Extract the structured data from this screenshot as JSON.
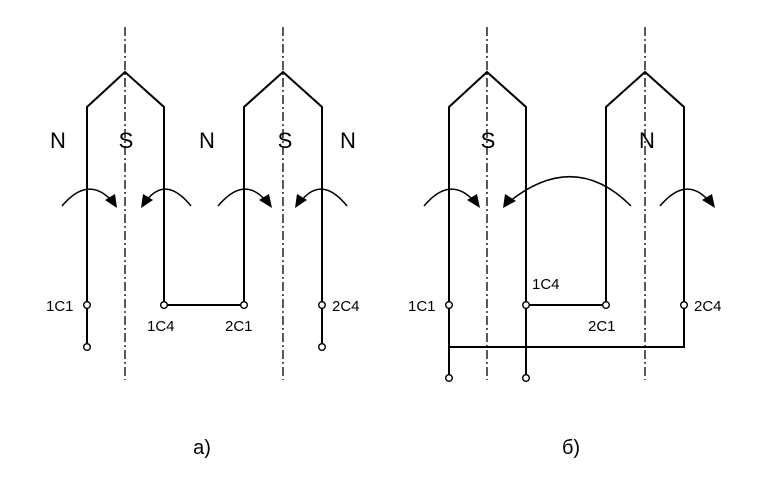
{
  "diagram_a": {
    "caption": "а)",
    "poles": [
      "N",
      "S",
      "N",
      "S",
      "N"
    ],
    "terminals": {
      "t1": "1C1",
      "t2": "1C4",
      "t3": "2C1",
      "t4": "2C4"
    }
  },
  "diagram_b": {
    "caption": "б)",
    "poles": [
      "S",
      "N"
    ],
    "terminals": {
      "t1": "1C1",
      "t2": "1C4",
      "t3": "2C1",
      "t4": "2C4"
    }
  }
}
